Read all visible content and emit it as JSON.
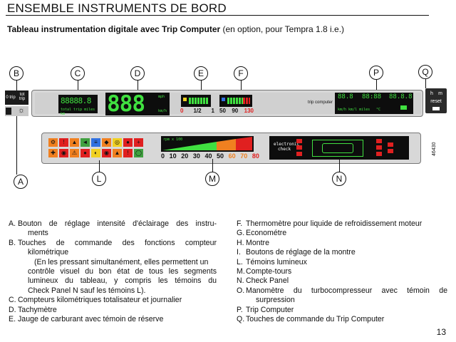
{
  "header": {
    "title": "ENSEMBLE INSTRUMENTS DE BORD"
  },
  "subtitle": {
    "bold": "Tableau instrumentation digitale avec Trip Computer",
    "rest": " (en option, pour Tempra 1.8 i.e.)"
  },
  "callouts": [
    "A",
    "B",
    "C",
    "D",
    "E",
    "F",
    "L",
    "M",
    "N",
    "P",
    "Q"
  ],
  "panel_upper": {
    "odo_digits": "88888.8",
    "odo_label": "total trip miles km",
    "speedo_digits": "888",
    "speedo_unit_top": "mph",
    "speedo_unit_bottom": "km/h",
    "fuel_ticks": [
      "0",
      "1/2",
      "1"
    ],
    "temp_ticks": [
      "50",
      "90",
      "130"
    ],
    "trip_computer_label": "trip computer",
    "trip_digits": [
      "88.8",
      "88:88",
      "88.8.8"
    ],
    "trip_sublabel": "km/h km/l miles",
    "temp_c": "°C",
    "btn_o_trip": "0 trip",
    "btn_tot_trip": "tot trip",
    "btn_reset": "reset",
    "btn_h": "h",
    "btn_m": "m"
  },
  "panel_lower": {
    "rpm_label": "rpm x 100",
    "rpm_ticks": [
      "0",
      "10",
      "20",
      "30",
      "40",
      "50",
      "60",
      "70",
      "80"
    ],
    "check_label_1": "electronic",
    "check_label_2": "check"
  },
  "colors": {
    "lcd_green": "#40e040",
    "red": "#e02020",
    "yellow": "#f0d020",
    "orange": "#f08020",
    "blue": "#3070e0"
  },
  "legend_left": [
    {
      "key": "A.",
      "text": "Bouton de réglage intensité d'éclairage des instru-"
    },
    {
      "key": "",
      "text": "ments"
    },
    {
      "key": "B.",
      "text": "Touches de commande des fonctions compteur"
    },
    {
      "key": "",
      "text": "kilométrique"
    },
    {
      "key": "",
      "text": "(En les pressant simultanément, elles permettent un"
    },
    {
      "key": "",
      "text": "contrôle visuel du bon état de tous les segments"
    },
    {
      "key": "",
      "text": "lumineux du tableau, y compris les témoins du"
    },
    {
      "key": "",
      "text": "Check Panel N sauf les témoins L)."
    },
    {
      "key": "C.",
      "text": "Compteurs kilométriques totalisateur et journalier"
    },
    {
      "key": "D.",
      "text": "Tachymètre"
    },
    {
      "key": "E.",
      "text": "Jauge de carburant avec témoin de réserve"
    }
  ],
  "legend_right": [
    {
      "key": "F.",
      "text": "Thermomètre pour liquide de refroidissement moteur"
    },
    {
      "key": "G.",
      "text": "Econométre"
    },
    {
      "key": "H.",
      "text": "Montre"
    },
    {
      "key": "I.",
      "text": "Boutons de réglage de la montre"
    },
    {
      "key": "L.",
      "text": "Témoins lumineux"
    },
    {
      "key": "M.",
      "text": "Compte-tours"
    },
    {
      "key": "N.",
      "text": "Check Panel"
    },
    {
      "key": "O.",
      "text": "Manomètre du turbocompresseur avec témoin de"
    },
    {
      "key": "",
      "text": "surpression"
    },
    {
      "key": "P.",
      "text": "Trip Computer"
    },
    {
      "key": "Q.",
      "text": "Touches de commande du Trip Computer"
    }
  ],
  "side_code": "46430",
  "page_number": "13"
}
